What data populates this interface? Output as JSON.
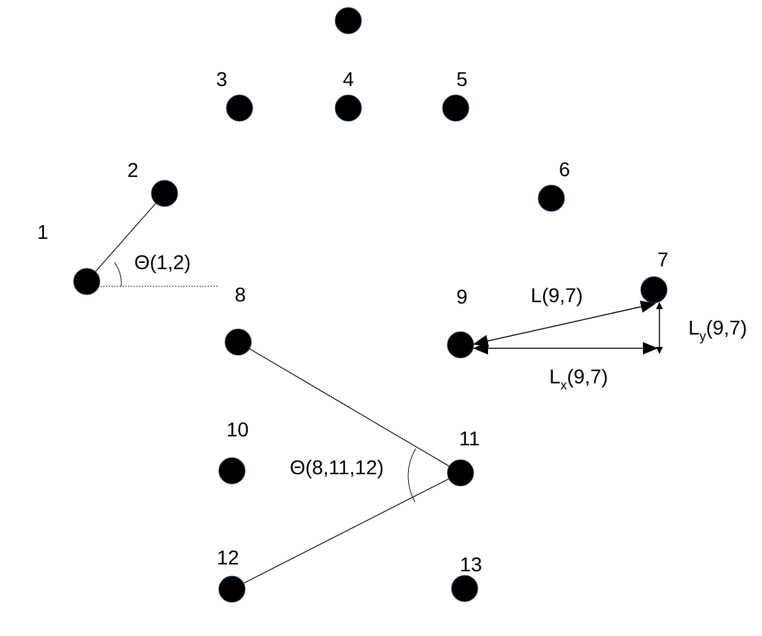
{
  "points": [
    {
      "id": "0",
      "label": ""
    },
    {
      "id": "1",
      "label": "1"
    },
    {
      "id": "2",
      "label": "2"
    },
    {
      "id": "3",
      "label": "3"
    },
    {
      "id": "4",
      "label": "4"
    },
    {
      "id": "5",
      "label": "5"
    },
    {
      "id": "6",
      "label": "6"
    },
    {
      "id": "7",
      "label": "7"
    },
    {
      "id": "8",
      "label": "8"
    },
    {
      "id": "9",
      "label": "9"
    },
    {
      "id": "10",
      "label": "10"
    },
    {
      "id": "11",
      "label": "11"
    },
    {
      "id": "12",
      "label": "12"
    },
    {
      "id": "13",
      "label": "13"
    }
  ],
  "annotations": {
    "theta_1_2": "Θ(1,2)",
    "theta_8_11_12": "Θ(8,11,12)",
    "l_9_7": "L(9,7)",
    "lx_main": "L",
    "lx_sub": "x",
    "lx_args": "(9,7)",
    "ly_main": "L",
    "ly_sub": "y",
    "ly_args": "(9,7)"
  }
}
